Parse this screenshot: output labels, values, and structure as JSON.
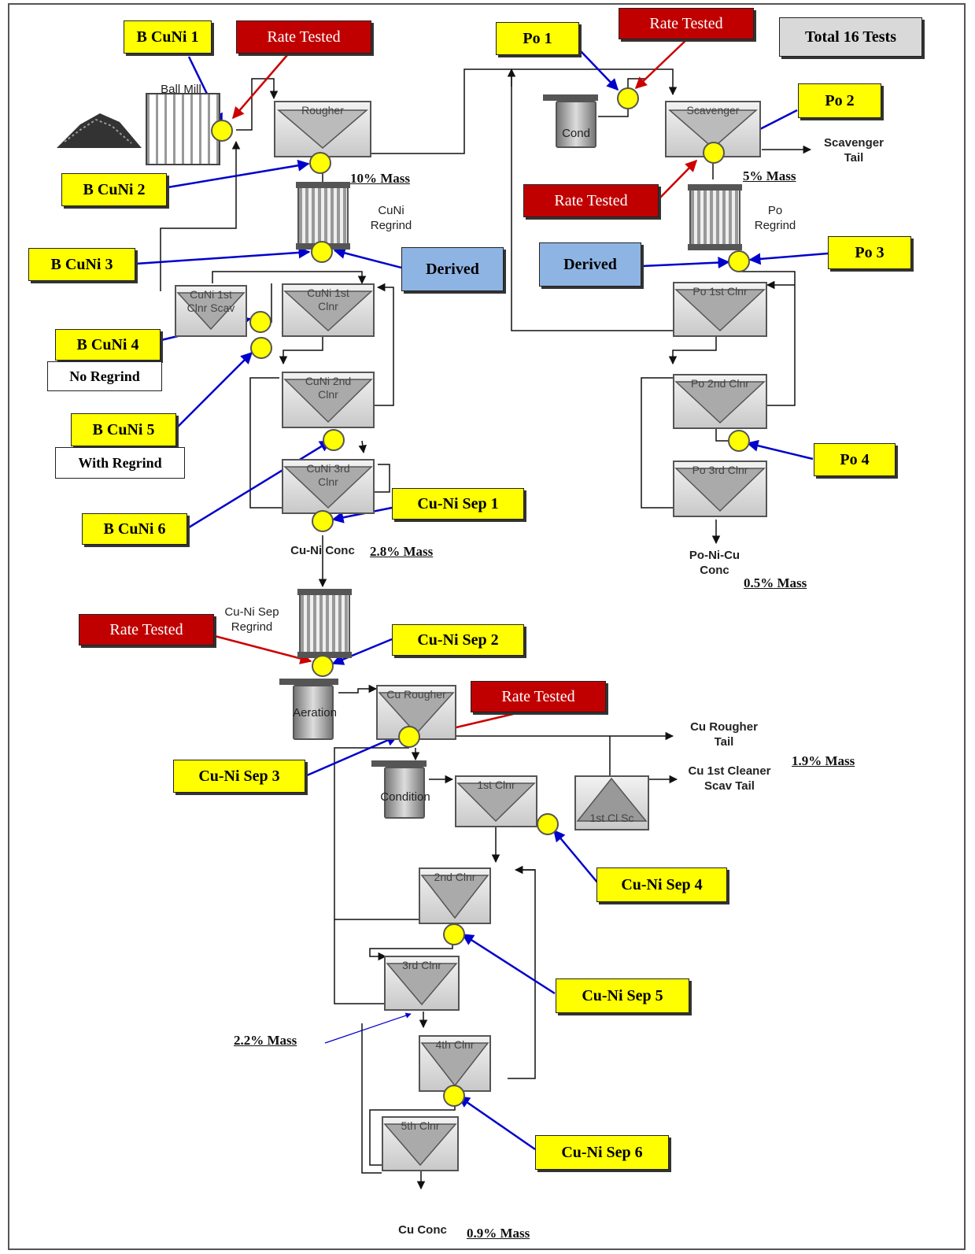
{
  "labels": {
    "total_tests": "Total 16 Tests",
    "b_cuni_1": "B CuNi 1",
    "b_cuni_2": "B CuNi 2",
    "b_cuni_3": "B CuNi 3",
    "b_cuni_4": "B CuNi 4",
    "b_cuni_5": "B CuNi 5",
    "b_cuni_6": "B CuNi 6",
    "po_1": "Po 1",
    "po_2": "Po 2",
    "po_3": "Po 3",
    "po_4": "Po 4",
    "cuni_sep_1": "Cu-Ni Sep 1",
    "cuni_sep_2": "Cu-Ni Sep 2",
    "cuni_sep_3": "Cu-Ni Sep 3",
    "cuni_sep_4": "Cu-Ni Sep 4",
    "cuni_sep_5": "Cu-Ni Sep 5",
    "cuni_sep_6": "Cu-Ni Sep 6",
    "rate_tested": "Rate Tested",
    "derived": "Derived",
    "no_regrind": "No Regrind",
    "with_regrind": "With Regrind"
  },
  "equipment": {
    "ball_mill": "Ball Mill",
    "rougher": "Rougher",
    "cond": "Cond",
    "scavenger": "Scavenger",
    "cuni_regrind": "CuNi\nRegrind",
    "po_regrind": "Po\nRegrind",
    "cuni_clnr_scav": "CuNi 1st\nClnr Scav",
    "cuni_1st_clnr": "CuNi 1st\nClnr",
    "cuni_2nd_clnr": "CuNi 2nd\nClnr",
    "cuni_3rd_clnr": "CuNi 3rd\nClnr",
    "po_1st_clnr": "Po 1st Clnr",
    "po_2nd_clnr": "Po 2nd Clnr",
    "po_3rd_clnr": "Po 3rd Clnr",
    "cuni_sep_regrind": "Cu-Ni Sep\nRegrind",
    "aeration": "Aeration",
    "cu_rougher": "Cu Rougher",
    "condition": "Condition",
    "clnr_1st": "1st Clnr",
    "cl_sc_1st": "1st Cl Sc",
    "clnr_2nd": "2nd Clnr",
    "clnr_3rd": "3rd Clnr",
    "clnr_4th": "4th Clnr",
    "clnr_5th": "5th Clnr"
  },
  "streams": {
    "scavenger_tail": "Scavenger\nTail",
    "cuni_conc": "Cu-Ni Conc",
    "po_ni_cu_conc": "Po-Ni-Cu\nConc",
    "cu_rougher_tail": "Cu Rougher\nTail",
    "cu_1st_cleaner_scav_tail": "Cu 1st Cleaner\nScav Tail",
    "cu_conc": "Cu Conc"
  },
  "mass": {
    "rougher": "10% Mass",
    "scavenger": "5% Mass",
    "cuni_conc": "2.8% Mass",
    "po_conc": "0.5% Mass",
    "cl_scav_tail": "1.9% Mass",
    "third_clnr": "2.2% Mass",
    "cu_conc": "0.9% Mass"
  },
  "colors": {
    "label_yellow": "#ffff00",
    "rate_red": "#c00000",
    "derived_blue": "#8eb4e3",
    "total_gray": "#d9d9d9",
    "pointer_blue": "#0000cc",
    "pointer_red": "#cc0000"
  }
}
